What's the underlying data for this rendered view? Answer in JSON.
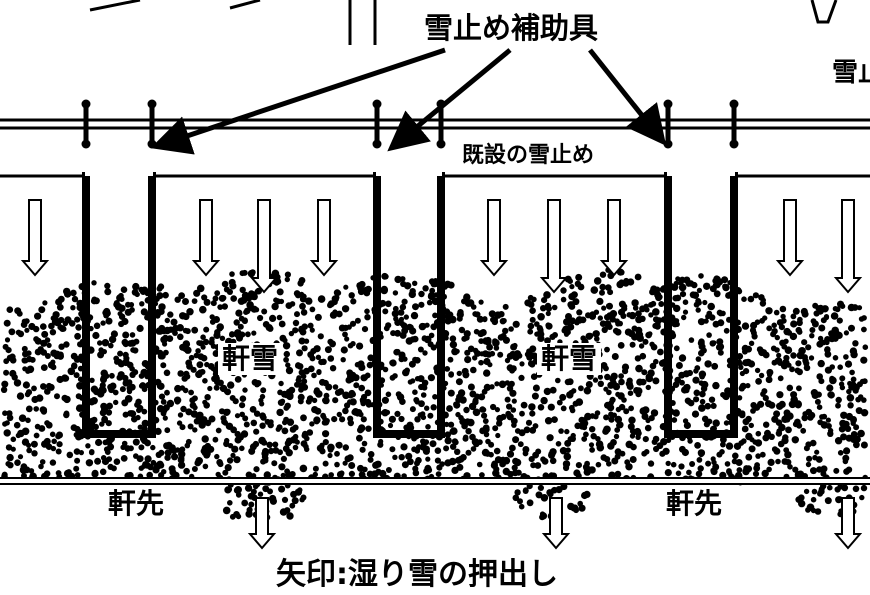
{
  "labels": {
    "aux": "雪止め補助具",
    "existing": "既設の雪止め",
    "partial_right": "雪止",
    "eaves_snow_1": "軒雪",
    "eaves_snow_2": "軒雪",
    "eaves_1": "軒先",
    "eaves_2": "軒先",
    "caption": "矢印:湿り雪の押出し"
  },
  "colors": {
    "ink": "#000000",
    "paper": "#ffffff"
  },
  "icons": [
    "down-arrow-icon",
    "snow-dot-icon"
  ]
}
